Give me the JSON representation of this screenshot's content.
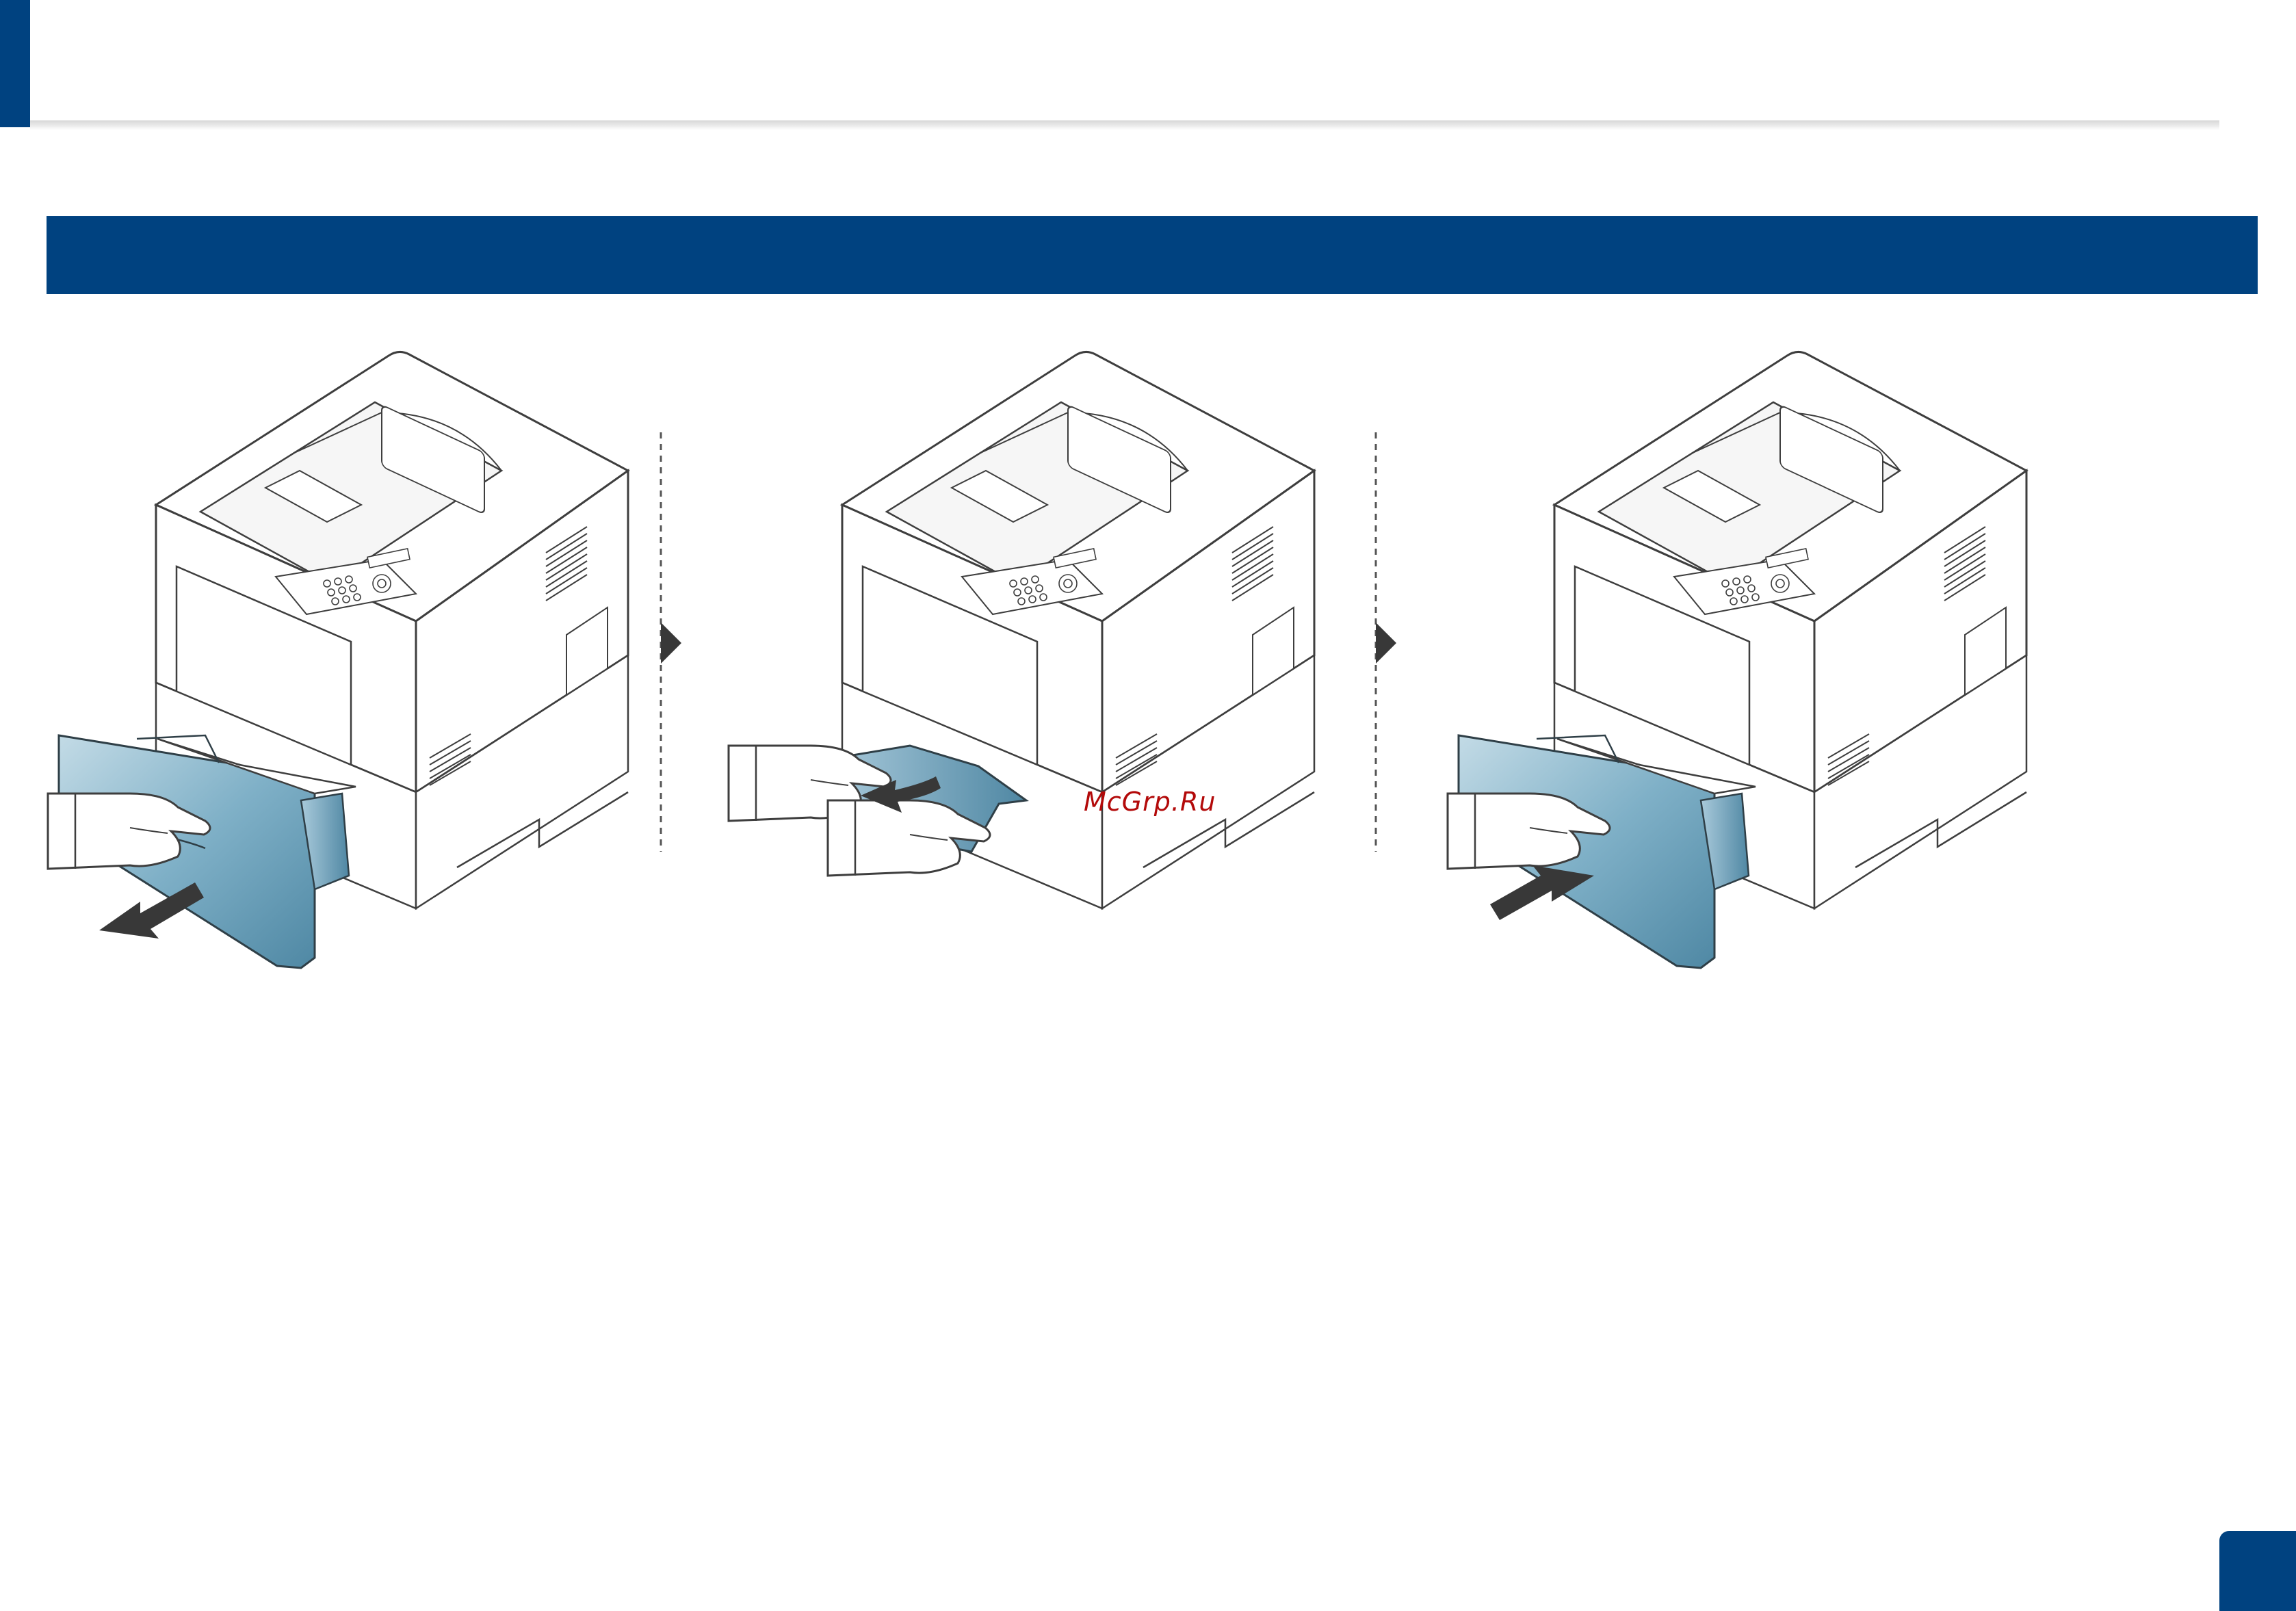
{
  "colors": {
    "brand_blue": "#004280",
    "tray_blue": "#5f98b3",
    "tray_light": "#9fc4d6",
    "arrow_dark": "#383838",
    "line": "#3e3e3e",
    "watermark_red": "#b30a0a"
  },
  "watermark": {
    "text": "McGrp.Ru"
  },
  "steps": [
    {
      "id": 1,
      "action": "pull-out-tray",
      "arrow": "arrow-left-icon"
    },
    {
      "id": 2,
      "action": "remove-jammed-paper",
      "arrow": "arrow-left-icon"
    },
    {
      "id": 3,
      "action": "insert-tray",
      "arrow": "arrow-right-icon"
    }
  ],
  "separators": [
    "chevron-right-icon",
    "chevron-right-icon"
  ]
}
